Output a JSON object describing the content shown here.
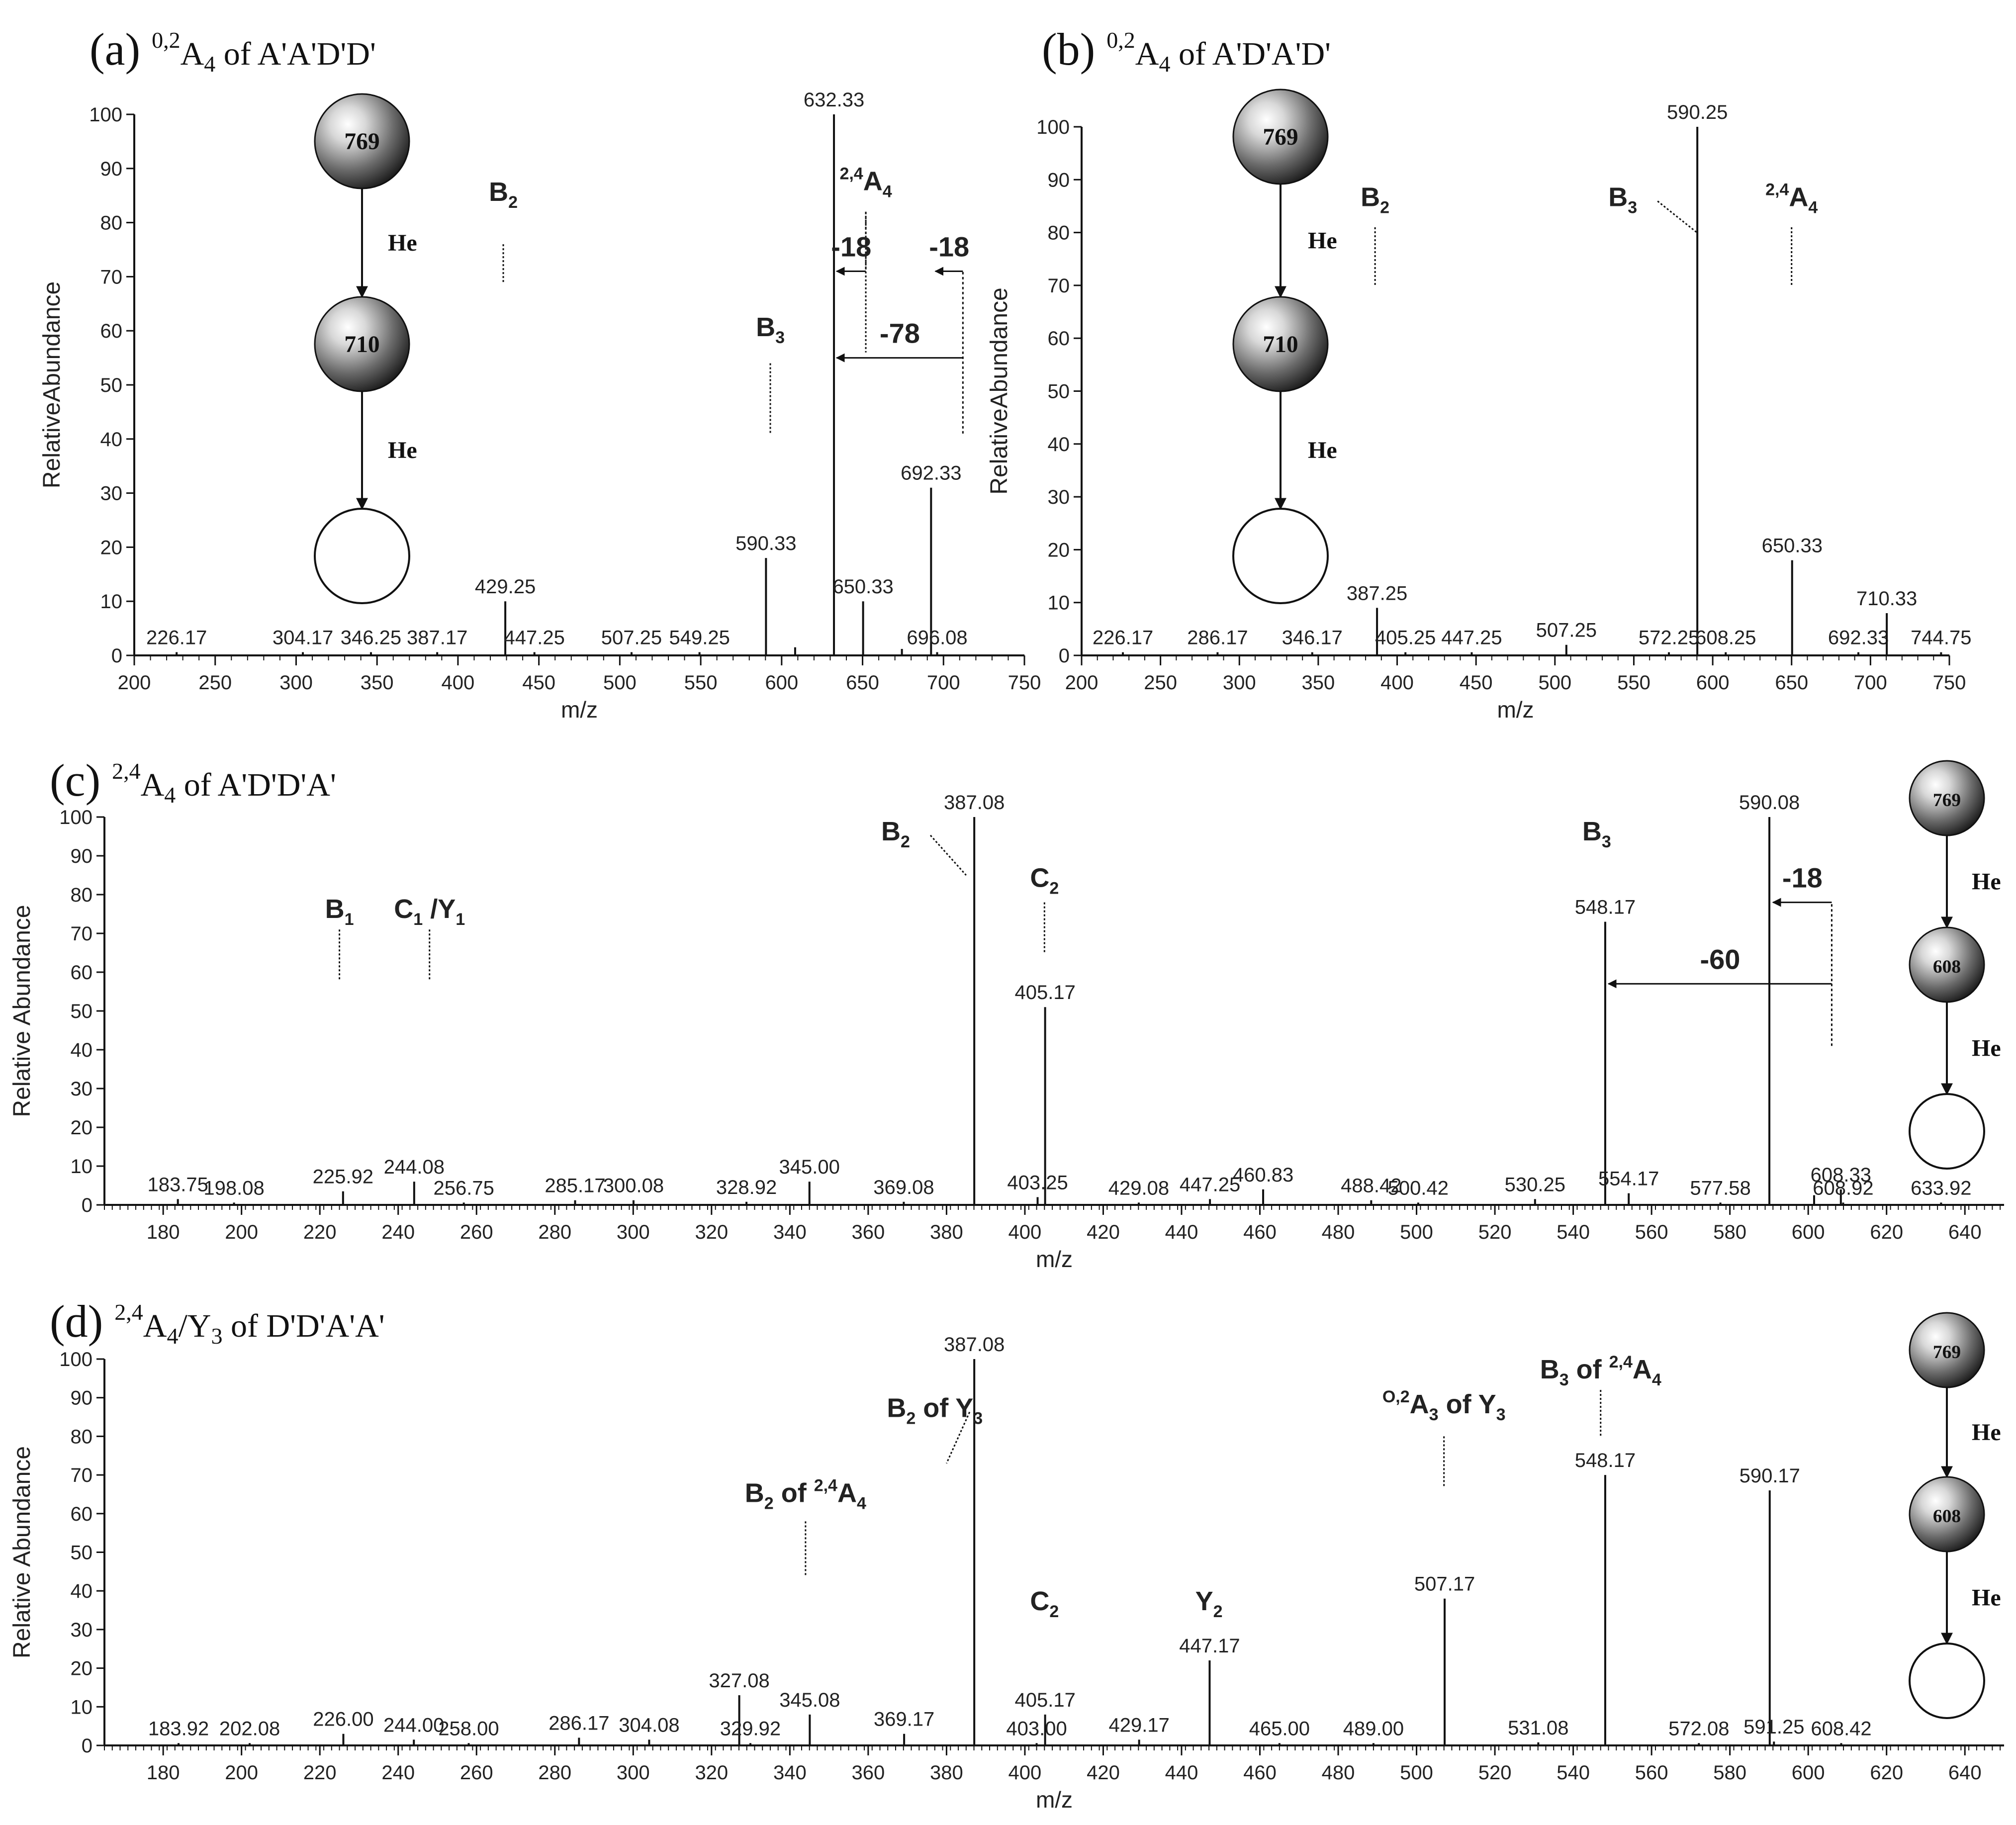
{
  "chart_data": [
    {
      "panel": "(a)",
      "title": "0,2A4 of A'A'D'D'",
      "title_parts": {
        "sup": "0,2",
        "main": "A",
        "sub": "4",
        "rest": " of A'A'D'D'"
      },
      "type": "bar",
      "xlabel": "m/z",
      "ylabel": "RelativeAbundance",
      "xlim": [
        200,
        750
      ],
      "ylim": [
        0,
        100
      ],
      "xticks": [
        200,
        250,
        300,
        350,
        400,
        450,
        500,
        550,
        600,
        650,
        700,
        750
      ],
      "yticks": [
        0,
        10,
        20,
        30,
        40,
        50,
        60,
        70,
        80,
        90,
        100
      ],
      "minor_xtick_step": 10,
      "peaks": [
        {
          "x": 226.17,
          "y": 0.6,
          "label": "226.17"
        },
        {
          "x": 304.17,
          "y": 0.6,
          "label": "304.17"
        },
        {
          "x": 346.25,
          "y": 0.6,
          "label": "346.25"
        },
        {
          "x": 387.17,
          "y": 0.6,
          "label": "387.17"
        },
        {
          "x": 429.25,
          "y": 10,
          "label": "429.25"
        },
        {
          "x": 447.25,
          "y": 0.6,
          "label": "447.25"
        },
        {
          "x": 507.25,
          "y": 0.6,
          "label": "507.25"
        },
        {
          "x": 549.25,
          "y": 0.6,
          "label": "549.25"
        },
        {
          "x": 590.33,
          "y": 18,
          "label": "590.33"
        },
        {
          "x": 608.33,
          "y": 1.5,
          "label": ""
        },
        {
          "x": 632.33,
          "y": 100,
          "label": "632.33"
        },
        {
          "x": 650.33,
          "y": 10,
          "label": "650.33"
        },
        {
          "x": 674.3,
          "y": 1.2,
          "label": ""
        },
        {
          "x": 692.33,
          "y": 31,
          "label": "692.33"
        },
        {
          "x": 696.08,
          "y": 0.6,
          "label": "696.08"
        }
      ],
      "annotations": [
        {
          "text": "B",
          "sub": "2",
          "x": 428,
          "y": 84,
          "line": [
            76,
            69
          ]
        },
        {
          "text": "2,4",
          "textpos": "sup",
          "main": "A",
          "sub": "4",
          "x": 652,
          "y": 86,
          "line": [
            82,
            56
          ]
        },
        {
          "text": "B",
          "sub": "3",
          "x": 593,
          "y": 59,
          "line": [
            54,
            41
          ]
        }
      ],
      "arrows": [
        {
          "label": "-18",
          "from_x": 652,
          "to_x": 634,
          "y": 71,
          "vertical_from": 82
        },
        {
          "label": "-18",
          "from_x": 712,
          "to_x": 695,
          "y": 71,
          "vertical_from": 41
        },
        {
          "label": "-78",
          "from_x": 712,
          "to_x": 634,
          "y": 55
        }
      ],
      "scheme": {
        "nodes": [
          "769",
          "710",
          ""
        ],
        "edge_label": "He"
      }
    },
    {
      "panel": "(b)",
      "title": "0,2A4 of A'D'A'D'",
      "title_parts": {
        "sup": "0,2",
        "main": "A",
        "sub": "4",
        "rest": " of A'D'A'D'"
      },
      "type": "bar",
      "xlabel": "m/z",
      "ylabel": "RelativeAbundance",
      "xlim": [
        200,
        750
      ],
      "ylim": [
        0,
        100
      ],
      "xticks": [
        200,
        250,
        300,
        350,
        400,
        450,
        500,
        550,
        600,
        650,
        700,
        750
      ],
      "yticks": [
        0,
        10,
        20,
        30,
        40,
        50,
        60,
        70,
        80,
        90,
        100
      ],
      "minor_xtick_step": 10,
      "peaks": [
        {
          "x": 226.17,
          "y": 0.6,
          "label": "226.17"
        },
        {
          "x": 286.17,
          "y": 0.6,
          "label": "286.17"
        },
        {
          "x": 346.17,
          "y": 0.6,
          "label": "346.17"
        },
        {
          "x": 387.25,
          "y": 9,
          "label": "387.25"
        },
        {
          "x": 405.25,
          "y": 0.6,
          "label": "405.25"
        },
        {
          "x": 447.25,
          "y": 0.6,
          "label": "447.25"
        },
        {
          "x": 507.25,
          "y": 2,
          "label": "507.25"
        },
        {
          "x": 572.25,
          "y": 0.6,
          "label": "572.25"
        },
        {
          "x": 590.25,
          "y": 100,
          "label": "590.25"
        },
        {
          "x": 608.25,
          "y": 0.6,
          "label": "608.25"
        },
        {
          "x": 650.33,
          "y": 18,
          "label": "650.33"
        },
        {
          "x": 692.33,
          "y": 0.6,
          "label": "692.33"
        },
        {
          "x": 710.33,
          "y": 8,
          "label": "710.33"
        },
        {
          "x": 744.75,
          "y": 0.6,
          "label": "744.75"
        }
      ],
      "annotations": [
        {
          "text": "B",
          "sub": "2",
          "x": 386,
          "y": 85,
          "line": [
            81,
            70
          ]
        },
        {
          "text": "B",
          "sub": "3",
          "x": 543,
          "y": 85,
          "diag_to": [
            590,
            80
          ]
        },
        {
          "text": "2,4",
          "textpos": "sup",
          "main": "A",
          "sub": "4",
          "x": 650,
          "y": 85,
          "line": [
            81,
            70
          ]
        }
      ],
      "arrows": [],
      "scheme": {
        "nodes": [
          "769",
          "710",
          ""
        ],
        "edge_label": "He"
      }
    },
    {
      "panel": "(c)",
      "title": "2,4A4 of A'D'D'A'",
      "title_parts": {
        "sup": "2,4",
        "main": "A",
        "sub": "4",
        "rest": " of A'D'D'A'"
      },
      "type": "bar",
      "xlabel": "m/z",
      "ylabel": "Relative Abundance",
      "xlim": [
        165,
        650
      ],
      "ylim": [
        0,
        100
      ],
      "xticks": [
        180,
        200,
        220,
        240,
        260,
        280,
        300,
        320,
        340,
        360,
        380,
        400,
        420,
        440,
        460,
        480,
        500,
        520,
        540,
        560,
        580,
        600,
        620,
        640
      ],
      "yticks": [
        0,
        10,
        20,
        30,
        40,
        50,
        60,
        70,
        80,
        90,
        100
      ],
      "minor_xtick_step": 2,
      "peaks": [
        {
          "x": 183.75,
          "y": 1.5,
          "label": "183.75"
        },
        {
          "x": 198.08,
          "y": 0.6,
          "label": "198.08"
        },
        {
          "x": 225.92,
          "y": 3.5,
          "label": "225.92"
        },
        {
          "x": 244.08,
          "y": 6,
          "label": "244.08"
        },
        {
          "x": 256.75,
          "y": 0.6,
          "label": "256.75"
        },
        {
          "x": 285.17,
          "y": 1.2,
          "label": "285.17"
        },
        {
          "x": 300.08,
          "y": 1.2,
          "label": "300.08"
        },
        {
          "x": 328.92,
          "y": 0.8,
          "label": "328.92"
        },
        {
          "x": 345.0,
          "y": 6,
          "label": "345.00"
        },
        {
          "x": 369.08,
          "y": 0.8,
          "label": "369.08"
        },
        {
          "x": 387.08,
          "y": 100,
          "label": "387.08"
        },
        {
          "x": 403.25,
          "y": 2,
          "label": "403.25"
        },
        {
          "x": 405.17,
          "y": 51,
          "label": "405.17"
        },
        {
          "x": 429.08,
          "y": 0.6,
          "label": "429.08"
        },
        {
          "x": 447.25,
          "y": 1.5,
          "label": "447.25"
        },
        {
          "x": 460.83,
          "y": 4,
          "label": "460.83"
        },
        {
          "x": 488.42,
          "y": 1.2,
          "label": "488.42"
        },
        {
          "x": 500.42,
          "y": 0.6,
          "label": "500.42"
        },
        {
          "x": 530.25,
          "y": 1.5,
          "label": "530.25"
        },
        {
          "x": 548.17,
          "y": 73,
          "label": "548.17"
        },
        {
          "x": 554.17,
          "y": 3,
          "label": "554.17"
        },
        {
          "x": 577.58,
          "y": 0.6,
          "label": "577.58"
        },
        {
          "x": 590.08,
          "y": 100,
          "label": "590.08"
        },
        {
          "x": 601.5,
          "y": 2.5,
          "label": ""
        },
        {
          "x": 608.33,
          "y": 4,
          "label": "608.33"
        },
        {
          "x": 608.92,
          "y": 0.6,
          "label": "608.92"
        },
        {
          "x": 633.92,
          "y": 0.6,
          "label": "633.92"
        }
      ],
      "annotations": [
        {
          "text": "B",
          "sub": "1",
          "x": 225,
          "y": 74,
          "line": [
            71,
            58
          ]
        },
        {
          "text": "C",
          "sub": "1",
          "rest": " /Y",
          "sub2": "1",
          "x": 248,
          "y": 74,
          "line": [
            71,
            58
          ]
        },
        {
          "text": "B",
          "sub": "2",
          "x": 367,
          "y": 94,
          "diag_to": [
            385,
            85
          ]
        },
        {
          "text": "C",
          "sub": "2",
          "x": 405,
          "y": 82,
          "line": [
            78,
            65
          ]
        },
        {
          "text": "B",
          "sub": "3",
          "x": 546,
          "y": 94
        }
      ],
      "arrows": [
        {
          "label": "-18",
          "from_x": 606,
          "to_x": 591,
          "y": 78,
          "vertical_from": 41
        },
        {
          "label": "-60",
          "from_x": 606,
          "to_x": 549,
          "y": 57
        }
      ],
      "scheme": {
        "nodes": [
          "769",
          "608",
          ""
        ],
        "edge_label": "He"
      }
    },
    {
      "panel": "(d)",
      "title": "2,4A4/Y3 of D'D'A'A'",
      "title_parts": {
        "sup": "2,4",
        "main": "A",
        "sub": "4",
        "rest": "/Y",
        "sub2": "3",
        "rest2": " of D'D'A'A'"
      },
      "type": "bar",
      "xlabel": "m/z",
      "ylabel": "Relative Abundance",
      "xlim": [
        165,
        650
      ],
      "ylim": [
        0,
        100
      ],
      "xticks": [
        180,
        200,
        220,
        240,
        260,
        280,
        300,
        320,
        340,
        360,
        380,
        400,
        420,
        440,
        460,
        480,
        500,
        520,
        540,
        560,
        580,
        600,
        620,
        640
      ],
      "yticks": [
        0,
        10,
        20,
        30,
        40,
        50,
        60,
        70,
        80,
        90,
        100
      ],
      "minor_xtick_step": 2,
      "peaks": [
        {
          "x": 183.92,
          "y": 0.6,
          "label": "183.92"
        },
        {
          "x": 202.08,
          "y": 0.6,
          "label": "202.08"
        },
        {
          "x": 226.0,
          "y": 3,
          "label": "226.00"
        },
        {
          "x": 244.0,
          "y": 1.5,
          "label": "244.00"
        },
        {
          "x": 258.0,
          "y": 0.6,
          "label": "258.00"
        },
        {
          "x": 286.17,
          "y": 2,
          "label": "286.17"
        },
        {
          "x": 304.08,
          "y": 1.5,
          "label": "304.08"
        },
        {
          "x": 327.08,
          "y": 13,
          "label": "327.08"
        },
        {
          "x": 329.92,
          "y": 0.6,
          "label": "329.92"
        },
        {
          "x": 345.08,
          "y": 8,
          "label": "345.08"
        },
        {
          "x": 369.17,
          "y": 3,
          "label": "369.17"
        },
        {
          "x": 387.08,
          "y": 100,
          "label": "387.08"
        },
        {
          "x": 403.0,
          "y": 0.6,
          "label": "403.00"
        },
        {
          "x": 405.17,
          "y": 8,
          "label": "405.17"
        },
        {
          "x": 429.17,
          "y": 1.5,
          "label": "429.17"
        },
        {
          "x": 447.17,
          "y": 22,
          "label": "447.17"
        },
        {
          "x": 465.0,
          "y": 0.6,
          "label": "465.00"
        },
        {
          "x": 489.0,
          "y": 0.6,
          "label": "489.00"
        },
        {
          "x": 507.17,
          "y": 38,
          "label": "507.17"
        },
        {
          "x": 531.08,
          "y": 0.8,
          "label": "531.08"
        },
        {
          "x": 548.17,
          "y": 70,
          "label": "548.17"
        },
        {
          "x": 572.08,
          "y": 0.6,
          "label": "572.08"
        },
        {
          "x": 590.17,
          "y": 66,
          "label": "590.17"
        },
        {
          "x": 591.25,
          "y": 1,
          "label": "591.25"
        },
        {
          "x": 608.42,
          "y": 0.6,
          "label": "608.42"
        }
      ],
      "annotations": [
        {
          "text": "B",
          "sub": "2",
          "rest": " of Y",
          "sub2": "3",
          "x": 377,
          "y": 85,
          "diag_to": [
            380,
            73
          ]
        },
        {
          "text": "B",
          "sub": "2",
          "rest": " of ",
          "supr": "2,4",
          "main": "A",
          "sub3": "4",
          "x": 344,
          "y": 63,
          "line": [
            58,
            44
          ]
        },
        {
          "text": "C",
          "sub": "2",
          "x": 405,
          "y": 35
        },
        {
          "text": "Y",
          "sub": "2",
          "x": 447,
          "y": 35
        },
        {
          "text": "O,2",
          "textpos": "sup",
          "main": "A",
          "sub": "3",
          "rest": " of Y",
          "sub2": "3",
          "x": 507,
          "y": 86,
          "line": [
            80,
            67
          ]
        },
        {
          "text": "B",
          "sub": "3",
          "rest": " of ",
          "supr": "2,4",
          "main": "A",
          "sub3": "4",
          "x": 547,
          "y": 95,
          "line": [
            92,
            80
          ]
        }
      ],
      "arrows": [],
      "scheme": {
        "nodes": [
          "769",
          "608",
          ""
        ],
        "edge_label": "He"
      }
    }
  ]
}
